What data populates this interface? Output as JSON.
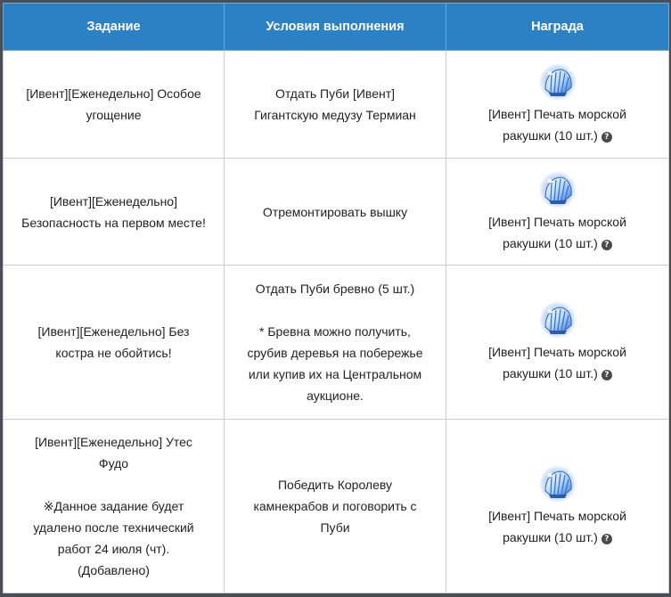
{
  "header": {
    "task": "Задание",
    "conditions": "Условия выполнения",
    "reward": "Награда"
  },
  "rows": [
    {
      "task": [
        "[Ивент][Еженедельно] Особое",
        "угощение"
      ],
      "conditions": [
        "Отдать Пуби [Ивент]",
        "Гигантскую медузу Термиан"
      ],
      "reward": [
        "[Ивент] Печать морской",
        "ракушки (10 шт.)"
      ],
      "reward_icon": "seashell-seal-icon"
    },
    {
      "task": [
        "[Ивент][Еженедельно]",
        "Безопасность на первом месте!"
      ],
      "conditions": [
        "Отремонтировать вышку"
      ],
      "reward": [
        "[Ивент] Печать морской",
        "ракушки (10 шт.)"
      ],
      "reward_icon": "seashell-seal-icon"
    },
    {
      "task": [
        "[Ивент][Еженедельно] Без",
        "костра не обойтись!"
      ],
      "conditions": [
        "Отдать Пуби бревно (5 шт.)",
        "",
        "* Бревна можно получить,",
        "срубив деревья на побережье",
        "или купив их на Центральном",
        "аукционе."
      ],
      "reward": [
        "[Ивент] Печать морской",
        "ракушки (10 шт.)"
      ],
      "reward_icon": "seashell-seal-icon"
    },
    {
      "task": [
        "[Ивент][Еженедельно] Утес",
        "Фудо",
        "",
        "※Данное задание будет",
        "удалено после технический",
        "работ 24 июля (чт).",
        "(Добавлено)"
      ],
      "conditions": [
        "Победить Королеву",
        "камнекрабов и поговорить с",
        "Пуби"
      ],
      "reward": [
        "[Ивент] Печать морской",
        "ракушки (10 шт.)"
      ],
      "reward_icon": "seashell-seal-icon"
    }
  ],
  "help_glyph": "?",
  "colors": {
    "header_bg": "#2b81c4",
    "header_text": "#ffffff",
    "border": "#c9ccd1",
    "frame": "#4a4f56"
  }
}
